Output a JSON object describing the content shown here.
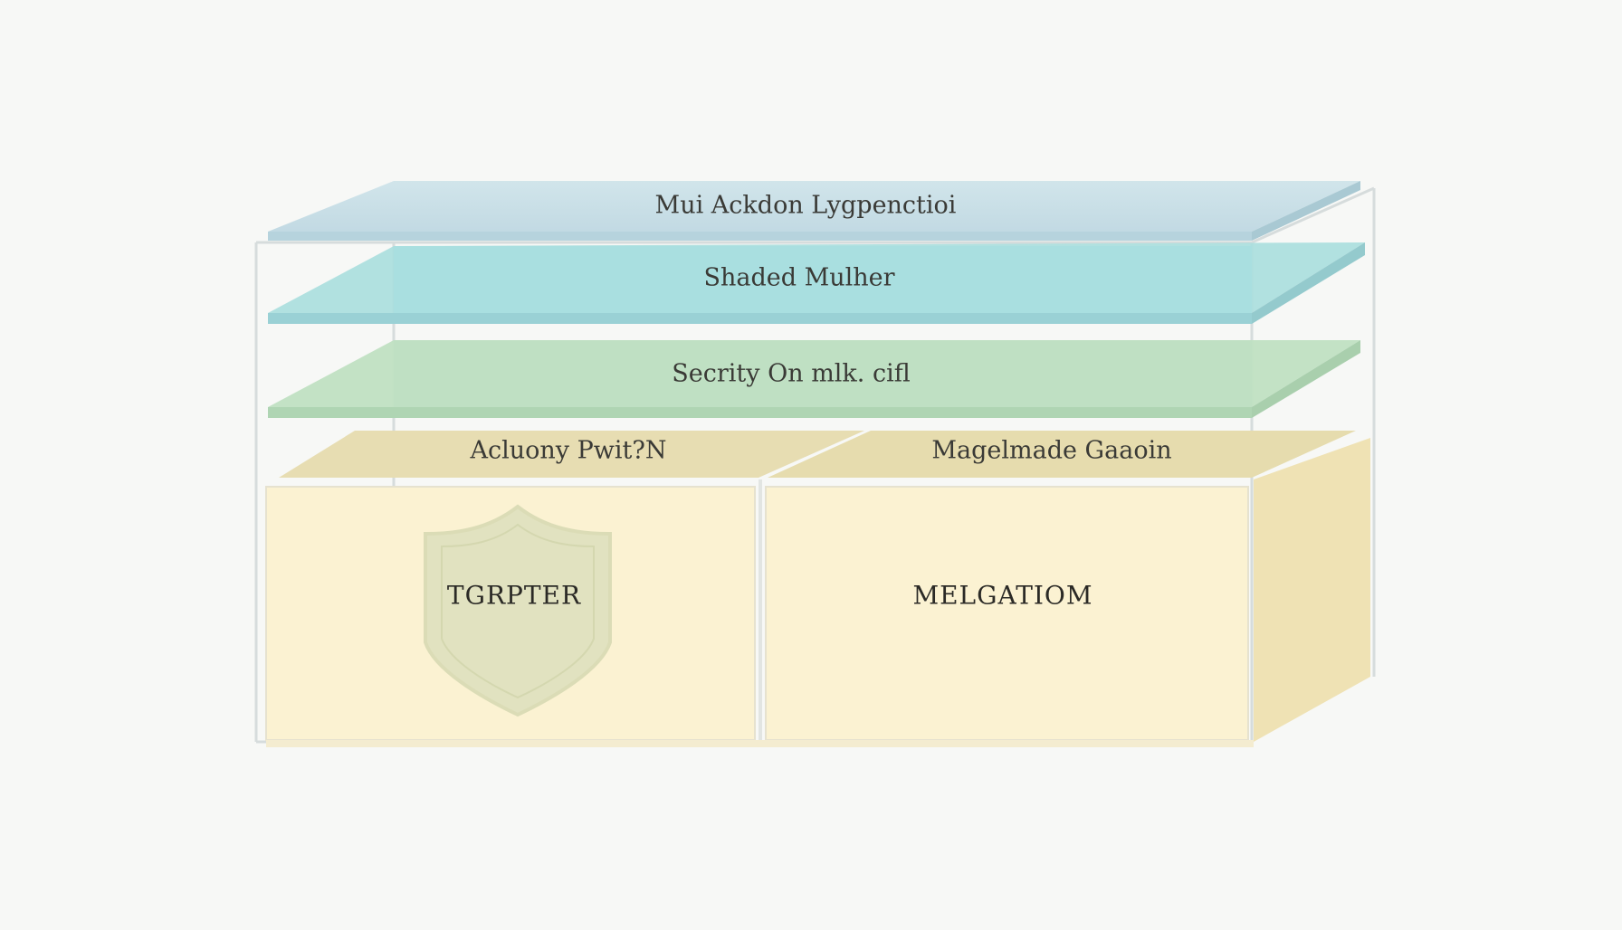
{
  "diagram": {
    "layers": [
      {
        "id": "layer-1",
        "label": "Mui Ackdon Lygpenctioi",
        "color": "#c9dfe6"
      },
      {
        "id": "layer-2",
        "label": "Shaded Mulher",
        "color": "#ace0e0"
      },
      {
        "id": "layer-3",
        "label": "Secrity On mlk. cifl",
        "color": "#c2e1c5"
      }
    ],
    "base": {
      "left_cap": "Acluony Pwit?N",
      "right_cap": "Magelmade Gaaoin",
      "left_block": "TGRPTER",
      "right_block": "MELGATIOM",
      "cap_color": "#e6dcb0",
      "block_color": "#fbf2d2",
      "side_color": "#efe3b6",
      "shield_color": "#d9dcb8",
      "frame_color": "#dde2e2"
    }
  }
}
